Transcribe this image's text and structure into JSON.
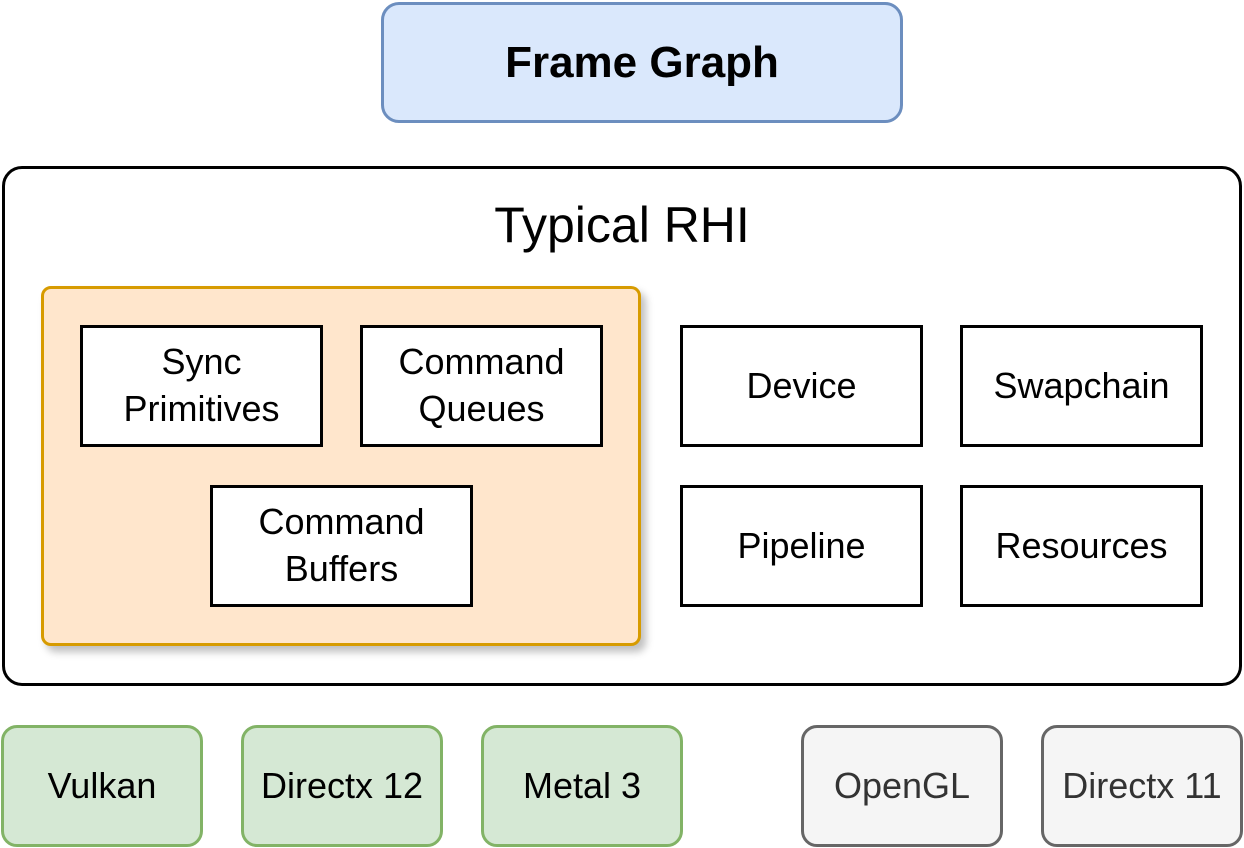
{
  "top": {
    "frame_graph": "Frame Graph"
  },
  "rhi": {
    "title": "Typical RHI",
    "command_group": {
      "sync_primitives": "Sync\nPrimitives",
      "command_queues": "Command\nQueues",
      "command_buffers": "Command\nBuffers"
    },
    "device": "Device",
    "swapchain": "Swapchain",
    "pipeline": "Pipeline",
    "resources": "Resources"
  },
  "apis": {
    "vulkan": "Vulkan",
    "directx12": "Directx 12",
    "metal3": "Metal 3",
    "opengl": "OpenGL",
    "directx11": "Directx 11"
  },
  "colors": {
    "frame_graph_fill": "#dae8fc",
    "frame_graph_stroke": "#6c8ebf",
    "command_group_fill": "#ffe6cc",
    "command_group_stroke": "#d79b00",
    "modern_api_fill": "#d5e8d4",
    "modern_api_stroke": "#82b366",
    "legacy_api_fill": "#f5f5f5",
    "legacy_api_stroke": "#666666"
  }
}
